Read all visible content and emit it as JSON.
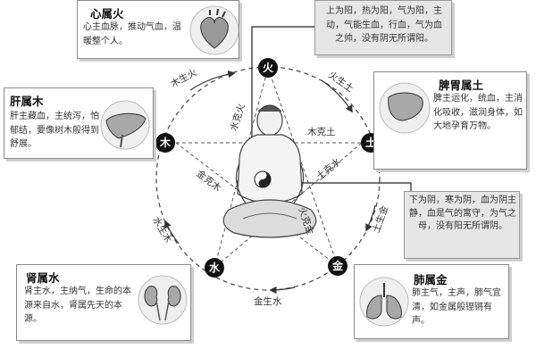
{
  "heart": {
    "title": "心属火",
    "desc": "心主血脉，推动气血，温暖整个人。"
  },
  "liver": {
    "title": "肝属木",
    "desc": "肝主藏血，主统泻，怕郁结，要像树木般得到舒展。"
  },
  "spleen": {
    "title": "脾胃属土",
    "desc": "脾主运化，统血，主消化吸收，滋润身体，如大地孕育万物。"
  },
  "kidney": {
    "title": "肾属水",
    "desc": "肾主水，主纳气，生命的本源来自水，肾属先天的本源。"
  },
  "lung": {
    "title": "肺属金",
    "desc": "肺主气，主声，肺气宜清，如金属般铿锵有声。"
  },
  "yang_note": "上为阳，热为阳，气为阳，主动，气能生血，行血，气为血之帅，没有阴无所谓阳。",
  "yin_note": "下为阴，寒为阴，血为阴主静，血是气的寓守，为气之母，没有阳无所谓阴。",
  "nodes": {
    "fire": "火",
    "earth": "土",
    "metal": "金",
    "water": "水",
    "wood": "木"
  },
  "cycle_labels": {
    "wood_gen_fire": "木生火",
    "fire_gen_earth": "火生土",
    "earth_gen_metal": "土生金",
    "metal_gen_water": "金生水",
    "water_gen_wood": "水生木",
    "wood_over_earth": "木克土",
    "fire_over_metal": "火克金",
    "earth_over_water": "土克水",
    "metal_over_wood": "金克木",
    "water_over_fire": "水克火"
  }
}
